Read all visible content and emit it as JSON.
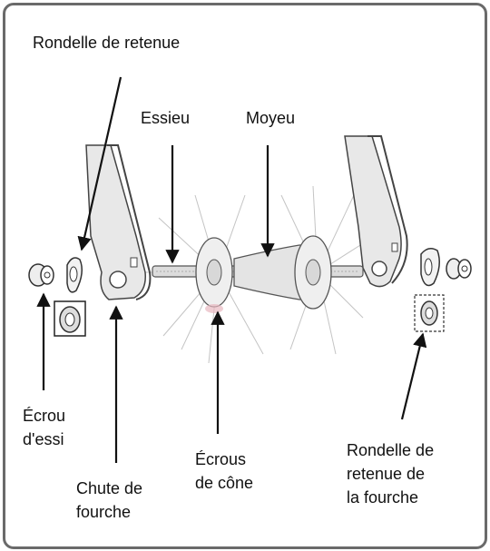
{
  "labels": {
    "retaining_washer": "Rondelle de retenue",
    "axle": "Essieu",
    "hub": "Moyeu",
    "axle_nut": [
      "Écrou",
      "d'essi"
    ],
    "cone_nuts": [
      "Écrous",
      "de cône"
    ],
    "fork_dropout": [
      "Chute de",
      "fourche"
    ],
    "fork_retaining_washer": [
      "Rondelle de",
      "retenue de",
      "la fourche"
    ]
  },
  "colors": {
    "frame": "#6a6a6a",
    "arrow": "#111111",
    "part_fill": "#e6e6e6",
    "part_stroke": "#444444",
    "spoke": "#b8b8b8"
  }
}
